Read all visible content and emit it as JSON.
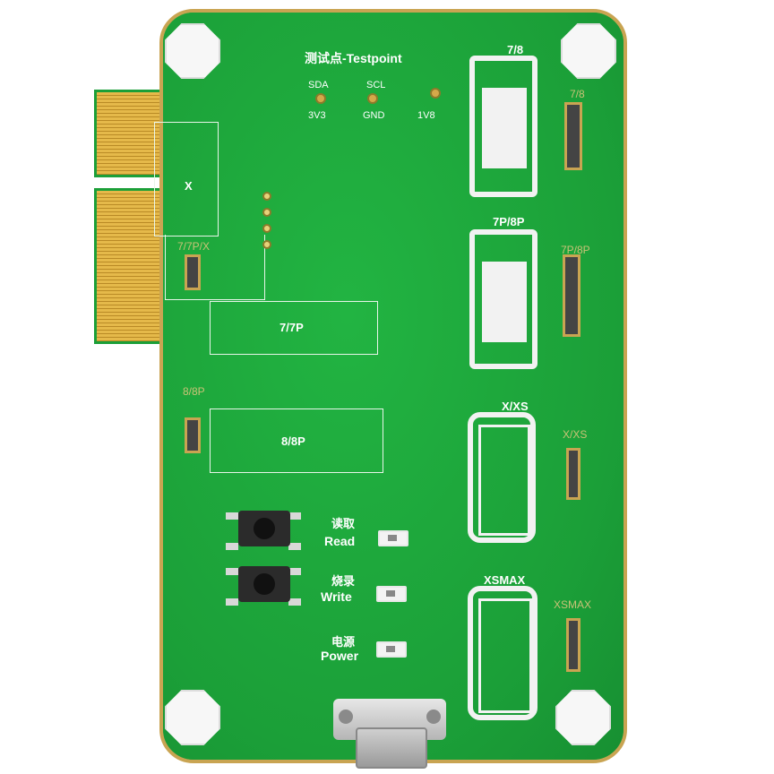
{
  "testpoint": {
    "title": "测试点-Testpoint",
    "labels": [
      "SDA",
      "SCL",
      "3V3",
      "GND",
      "1V8"
    ]
  },
  "sections": {
    "x": "X",
    "seven_7p": "7/7P",
    "eight_8p": "8/8P",
    "seven_7p_x_small": "7/7P/X",
    "eight_8p_small": "8/8P"
  },
  "phones": [
    {
      "title": "7/8",
      "side_label": "7/8"
    },
    {
      "title": "7P/8P",
      "side_label": "7P/8P"
    },
    {
      "title": "X/XS",
      "side_label": "X/XS"
    },
    {
      "title": "XSMAX",
      "side_label": "XSMAX"
    }
  ],
  "controls": {
    "read_cn": "读取",
    "read_en": "Read",
    "write_cn": "烧录",
    "write_en": "Write",
    "power_cn": "电源",
    "power_en": "Power"
  },
  "colors": {
    "board": "#1faa3c",
    "gold": "#c9a452",
    "silkscreen": "#ffffff"
  }
}
